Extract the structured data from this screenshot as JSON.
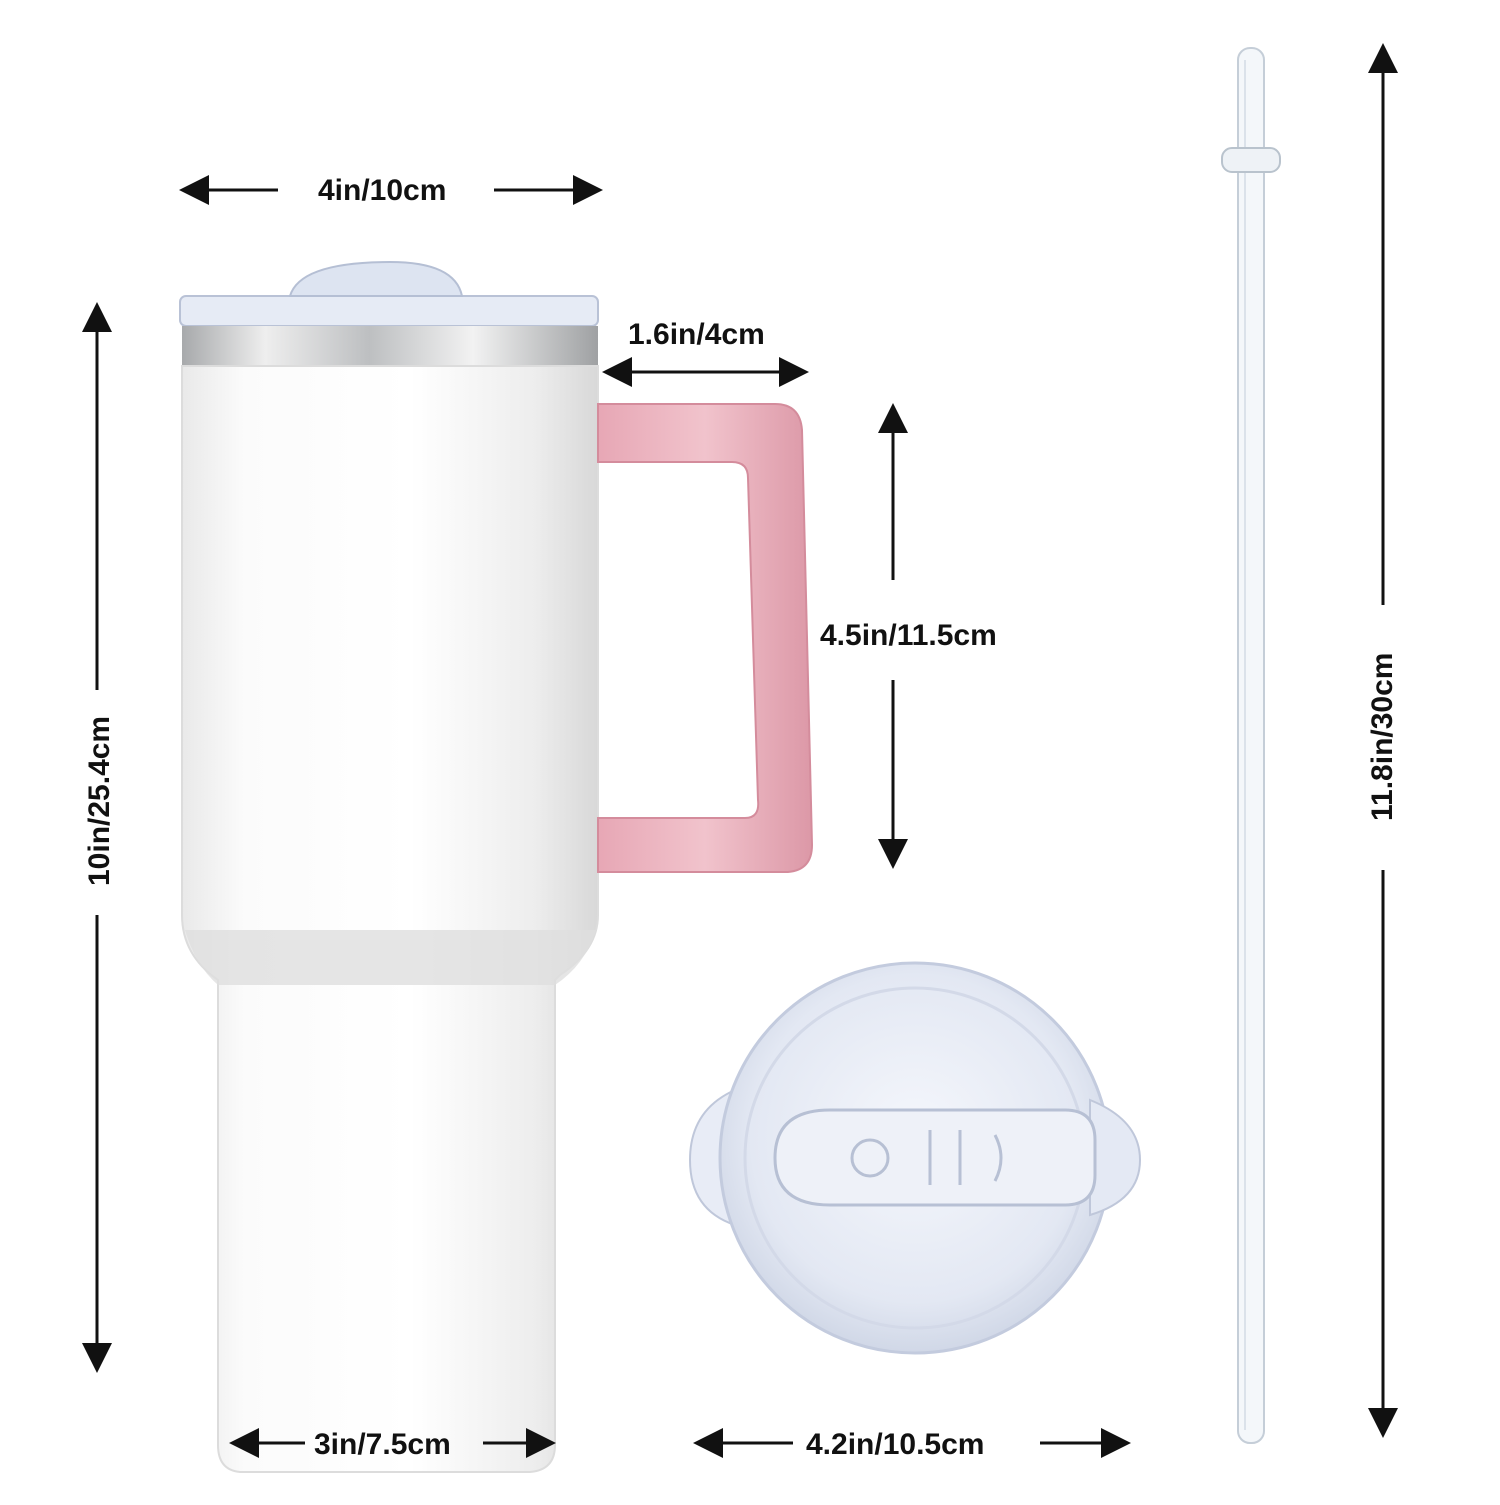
{
  "labels": {
    "top_width": "4in/10cm",
    "handle_depth": "1.6in/4cm",
    "handle_height": "4.5in/11.5cm",
    "tumbler_height": "10in/25.4cm",
    "base_width": "3in/7.5cm",
    "lid_width": "4.2in/10.5cm",
    "straw_length": "11.8in/30cm"
  },
  "colors": {
    "background": "#ffffff",
    "body": "#f4f4f4",
    "steel_band": "#c9cbcd",
    "handle": "#eab3bf",
    "lid": "#dfe6f2",
    "straw": "#e6edf3",
    "arrow": "#111111"
  },
  "icons": [
    "tumbler",
    "lid",
    "straw",
    "dimension-arrow"
  ]
}
